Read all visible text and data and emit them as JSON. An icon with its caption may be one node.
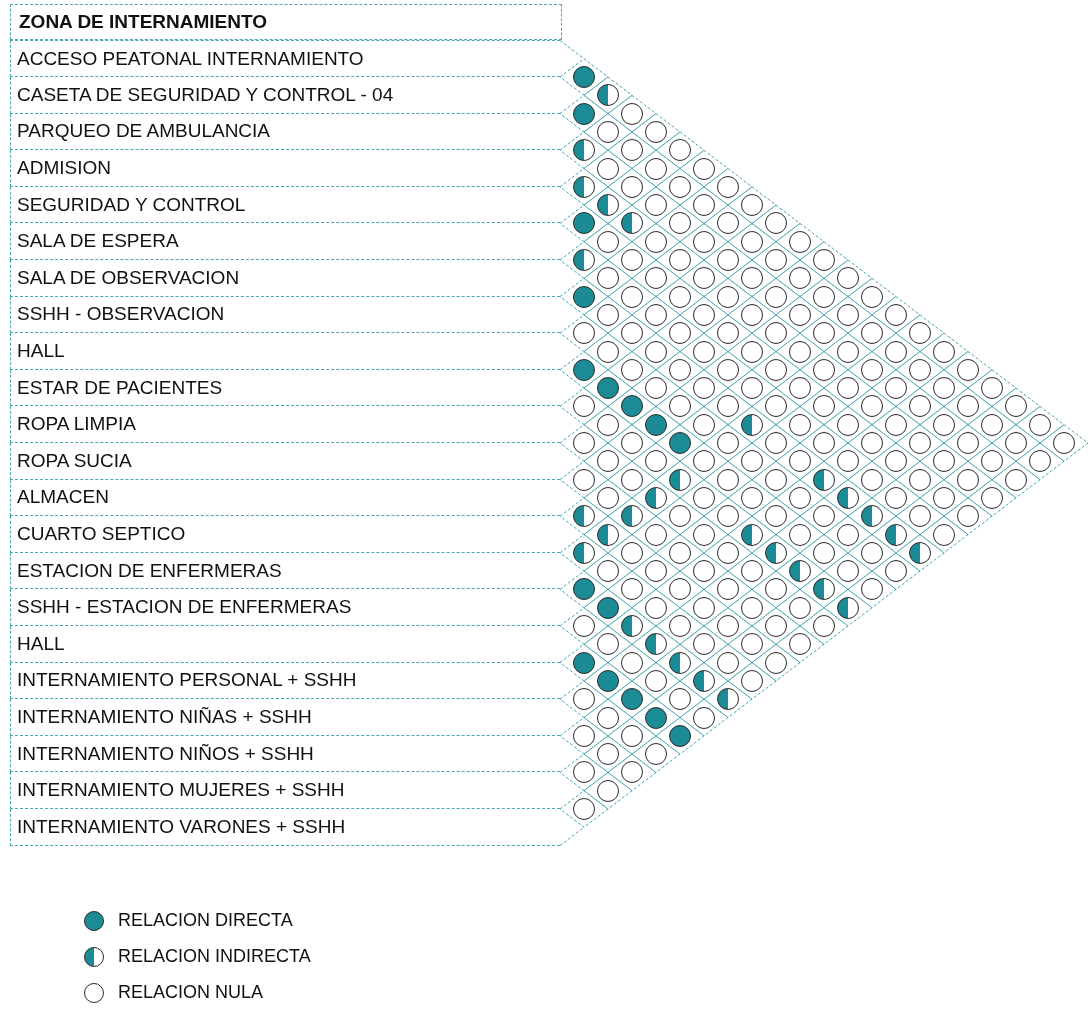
{
  "diagram": {
    "nodes": [
      {
        "text": [
          "ZONA DE INTERNAMIENTO"
        ]
      },
      {
        "text": [
          "ACCESO PEATONAL INTERNAMIENTO"
        ]
      },
      {
        "text": [
          "CASETA DE SEGURIDAD Y CONTROL - 04"
        ]
      },
      {
        "text": [
          "PARQUEO DE AMBULANCIA"
        ]
      },
      {
        "text": [
          "ADMISION"
        ]
      },
      {
        "text": [
          "SEGURIDAD Y CONTROL"
        ]
      },
      {
        "text": [
          "SALA DE ESPERA"
        ]
      },
      {
        "text": [
          "SALA DE OBSERVACION"
        ]
      },
      {
        "text": [
          "SSHH - OBSERVACION"
        ]
      },
      {
        "text": [
          "HALL"
        ]
      },
      {
        "text": [
          "ESTAR DE PACIENTES"
        ]
      },
      {
        "text": [
          "ROPA LIMPIA"
        ]
      },
      {
        "text": [
          "ROPA SUCIA"
        ]
      },
      {
        "text": [
          "ALMACEN"
        ]
      },
      {
        "text": [
          "CUARTO SEPTICO"
        ]
      },
      {
        "text": [
          "ESTACION DE ENFERMERAS"
        ]
      },
      {
        "text": [
          "SSHH - ESTACION DE ENFERMERAS"
        ]
      },
      {
        "text": [
          "HALL"
        ]
      },
      {
        "text": [
          "INTERNAMIENTO PERSONAL + SSHH"
        ]
      },
      {
        "text": [
          "INTERNAMIENTO NIÑAS + SSHH"
        ]
      },
      {
        "text": [
          "INTERNAMIENTO NIÑOS + SSHH"
        ]
      },
      {
        "text": [
          "INTERNAMIENTO MUJERES + SSHH"
        ]
      },
      {
        "text": [
          "INTERNAMIENTO VARONES + SSHH"
        ]
      },
      {
        "text": [],
        "shape": "disc"
      },
      {
        "text": [],
        "shape": "half-disc"
      },
      {
        "text": [],
        "shape": "disc"
      },
      {
        "text": [],
        "shape": "circle"
      },
      {
        "text": [],
        "shape": "circle"
      },
      {
        "text": [],
        "shape": "circle"
      },
      {
        "text": [],
        "shape": "half-disc"
      },
      {
        "text": [],
        "shape": "circle"
      },
      {
        "text": [],
        "shape": "circle"
      },
      {
        "text": [],
        "shape": "circle"
      },
      {
        "text": [],
        "shape": "circle"
      },
      {
        "text": [],
        "shape": "circle"
      },
      {
        "text": [],
        "shape": "half-disc"
      },
      {
        "text": [],
        "shape": "circle"
      },
      {
        "text": [],
        "shape": "circle"
      },
      {
        "text": [],
        "shape": "circle"
      },
      {
        "text": [],
        "shape": "half-disc"
      },
      {
        "text": [],
        "shape": "circle"
      },
      {
        "text": [],
        "shape": "circle"
      },
      {
        "text": [],
        "shape": "circle"
      },
      {
        "text": [],
        "shape": "disc"
      },
      {
        "text": [],
        "shape": "half-disc"
      },
      {
        "text": [],
        "shape": "circle"
      },
      {
        "text": [],
        "shape": "circle"
      },
      {
        "text": [],
        "shape": "circle"
      },
      {
        "text": [],
        "shape": "circle"
      },
      {
        "text": [],
        "shape": "circle"
      },
      {
        "text": [],
        "shape": "circle"
      },
      {
        "text": [],
        "shape": "circle"
      },
      {
        "text": [],
        "shape": "circle"
      },
      {
        "text": [],
        "shape": "half-disc"
      },
      {
        "text": [],
        "shape": "circle"
      },
      {
        "text": [],
        "shape": "circle"
      },
      {
        "text": [],
        "shape": "circle"
      },
      {
        "text": [],
        "shape": "circle"
      },
      {
        "text": [],
        "shape": "circle"
      },
      {
        "text": [],
        "shape": "circle"
      },
      {
        "text": [],
        "shape": "circle"
      },
      {
        "text": [],
        "shape": "circle"
      },
      {
        "text": [],
        "shape": "circle"
      },
      {
        "text": [],
        "shape": "circle"
      },
      {
        "text": [],
        "shape": "circle"
      },
      {
        "text": [],
        "shape": "disc"
      },
      {
        "text": [],
        "shape": "circle"
      },
      {
        "text": [],
        "shape": "circle"
      },
      {
        "text": [],
        "shape": "circle"
      },
      {
        "text": [],
        "shape": "circle"
      },
      {
        "text": [],
        "shape": "circle"
      },
      {
        "text": [],
        "shape": "circle"
      },
      {
        "text": [],
        "shape": "circle"
      },
      {
        "text": [],
        "shape": "circle"
      },
      {
        "text": [],
        "shape": "circle"
      },
      {
        "text": [],
        "shape": "circle"
      },
      {
        "text": [],
        "shape": "circle"
      },
      {
        "text": [],
        "shape": "circle"
      },
      {
        "text": [],
        "shape": "circle"
      },
      {
        "text": [],
        "shape": "circle"
      },
      {
        "text": [],
        "shape": "circle"
      },
      {
        "text": [],
        "shape": "circle"
      },
      {
        "text": [],
        "shape": "circle"
      },
      {
        "text": [],
        "shape": "circle"
      },
      {
        "text": [],
        "shape": "circle"
      },
      {
        "text": [],
        "shape": "circle"
      },
      {
        "text": [],
        "shape": "circle"
      },
      {
        "text": [],
        "shape": "circle"
      },
      {
        "text": [],
        "shape": "circle"
      },
      {
        "text": [],
        "shape": "circle"
      },
      {
        "text": [],
        "shape": "circle"
      },
      {
        "text": [],
        "shape": "circle"
      },
      {
        "text": [],
        "shape": "circle"
      },
      {
        "text": [],
        "shape": "circle"
      },
      {
        "text": [],
        "shape": "circle"
      },
      {
        "text": [],
        "shape": "disc"
      },
      {
        "text": [],
        "shape": "circle"
      },
      {
        "text": [],
        "shape": "circle"
      },
      {
        "text": [],
        "shape": "circle"
      },
      {
        "text": [],
        "shape": "circle"
      },
      {
        "text": [],
        "shape": "circle"
      },
      {
        "text": [],
        "shape": "circle"
      },
      {
        "text": [],
        "shape": "circle"
      },
      {
        "text": [],
        "shape": "circle"
      },
      {
        "text": [],
        "shape": "disc"
      },
      {
        "text": [],
        "shape": "circle"
      },
      {
        "text": [],
        "shape": "circle"
      },
      {
        "text": [],
        "shape": "circle"
      },
      {
        "text": [],
        "shape": "circle"
      },
      {
        "text": [],
        "shape": "circle"
      },
      {
        "text": [],
        "shape": "circle"
      },
      {
        "text": [],
        "shape": "circle"
      },
      {
        "text": [],
        "shape": "circle"
      },
      {
        "text": [],
        "shape": "circle"
      },
      {
        "text": [],
        "shape": "disc"
      },
      {
        "text": [],
        "shape": "circle"
      },
      {
        "text": [],
        "shape": "circle"
      },
      {
        "text": [],
        "shape": "circle"
      },
      {
        "text": [],
        "shape": "circle"
      },
      {
        "text": [],
        "shape": "circle"
      },
      {
        "text": [],
        "shape": "circle"
      },
      {
        "text": [],
        "shape": "circle"
      },
      {
        "text": [],
        "shape": "circle"
      },
      {
        "text": [],
        "shape": "circle"
      },
      {
        "text": [],
        "shape": "disc"
      },
      {
        "text": [],
        "shape": "circle"
      },
      {
        "text": [],
        "shape": "half-disc"
      },
      {
        "text": [],
        "shape": "circle"
      },
      {
        "text": [],
        "shape": "circle"
      },
      {
        "text": [],
        "shape": "circle"
      },
      {
        "text": [],
        "shape": "circle"
      },
      {
        "text": [],
        "shape": "circle"
      },
      {
        "text": [],
        "shape": "circle"
      },
      {
        "text": [],
        "shape": "circle"
      },
      {
        "text": [],
        "shape": "circle"
      },
      {
        "text": [],
        "shape": "disc"
      },
      {
        "text": [],
        "shape": "circle"
      },
      {
        "text": [],
        "shape": "circle"
      },
      {
        "text": [],
        "shape": "circle"
      },
      {
        "text": [],
        "shape": "circle"
      },
      {
        "text": [],
        "shape": "circle"
      },
      {
        "text": [],
        "shape": "circle"
      },
      {
        "text": [],
        "shape": "circle"
      },
      {
        "text": [],
        "shape": "circle"
      },
      {
        "text": [],
        "shape": "circle"
      },
      {
        "text": [],
        "shape": "circle"
      },
      {
        "text": [],
        "shape": "circle"
      },
      {
        "text": [],
        "shape": "circle"
      },
      {
        "text": [],
        "shape": "circle"
      },
      {
        "text": [],
        "shape": "circle"
      },
      {
        "text": [],
        "shape": "circle"
      },
      {
        "text": [],
        "shape": "circle"
      },
      {
        "text": [],
        "shape": "circle"
      },
      {
        "text": [],
        "shape": "circle"
      },
      {
        "text": [],
        "shape": "circle"
      },
      {
        "text": [],
        "shape": "circle"
      },
      {
        "text": [],
        "shape": "half-disc"
      },
      {
        "text": [],
        "shape": "circle"
      },
      {
        "text": [],
        "shape": "circle"
      },
      {
        "text": [],
        "shape": "half-disc"
      },
      {
        "text": [],
        "shape": "circle"
      },
      {
        "text": [],
        "shape": "circle"
      },
      {
        "text": [],
        "shape": "circle"
      },
      {
        "text": [],
        "shape": "circle"
      },
      {
        "text": [],
        "shape": "circle"
      },
      {
        "text": [],
        "shape": "half-disc"
      },
      {
        "text": [],
        "shape": "circle"
      },
      {
        "text": [],
        "shape": "circle"
      },
      {
        "text": [],
        "shape": "circle"
      },
      {
        "text": [],
        "shape": "half-disc"
      },
      {
        "text": [],
        "shape": "circle"
      },
      {
        "text": [],
        "shape": "circle"
      },
      {
        "text": [],
        "shape": "circle"
      },
      {
        "text": [],
        "shape": "half-disc"
      },
      {
        "text": [],
        "shape": "half-disc"
      },
      {
        "text": [],
        "shape": "circle"
      },
      {
        "text": [],
        "shape": "circle"
      },
      {
        "text": [],
        "shape": "circle"
      },
      {
        "text": [],
        "shape": "circle"
      },
      {
        "text": [],
        "shape": "half-disc"
      },
      {
        "text": [],
        "shape": "circle"
      },
      {
        "text": [],
        "shape": "circle"
      },
      {
        "text": [],
        "shape": "half-disc"
      },
      {
        "text": [],
        "shape": "circle"
      },
      {
        "text": [],
        "shape": "circle"
      },
      {
        "text": [],
        "shape": "half-disc"
      },
      {
        "text": [],
        "shape": "circle"
      },
      {
        "text": [],
        "shape": "circle"
      },
      {
        "text": [],
        "shape": "half-disc"
      },
      {
        "text": [],
        "shape": "circle"
      },
      {
        "text": [],
        "shape": "half-disc"
      },
      {
        "text": [],
        "shape": "circle"
      },
      {
        "text": [],
        "shape": "circle"
      },
      {
        "text": [],
        "shape": "circle"
      },
      {
        "text": [],
        "shape": "half-disc"
      },
      {
        "text": [],
        "shape": "circle"
      },
      {
        "text": [],
        "shape": "circle"
      },
      {
        "text": [],
        "shape": "half-disc"
      },
      {
        "text": [],
        "shape": "circle"
      },
      {
        "text": [],
        "shape": "circle"
      },
      {
        "text": [],
        "shape": "circle"
      },
      {
        "text": [],
        "shape": "circle"
      },
      {
        "text": [],
        "shape": "half-disc"
      },
      {
        "text": [],
        "shape": "circle"
      },
      {
        "text": [],
        "shape": "circle"
      },
      {
        "text": [],
        "shape": "disc"
      },
      {
        "text": [],
        "shape": "circle"
      },
      {
        "text": [],
        "shape": "circle"
      },
      {
        "text": [],
        "shape": "circle"
      },
      {
        "text": [],
        "shape": "circle"
      },
      {
        "text": [],
        "shape": "half-disc"
      },
      {
        "text": [],
        "shape": "circle"
      },
      {
        "text": [],
        "shape": "disc"
      },
      {
        "text": [],
        "shape": "circle"
      },
      {
        "text": [],
        "shape": "circle"
      },
      {
        "text": [],
        "shape": "circle"
      },
      {
        "text": [],
        "shape": "circle"
      },
      {
        "text": [],
        "shape": "half-disc"
      },
      {
        "text": [],
        "shape": "circle"
      },
      {
        "text": [],
        "shape": "half-disc"
      },
      {
        "text": [],
        "shape": "circle"
      },
      {
        "text": [],
        "shape": "circle"
      },
      {
        "text": [],
        "shape": "circle"
      },
      {
        "text": [],
        "shape": "circle"
      },
      {
        "text": [],
        "shape": "circle"
      },
      {
        "text": [],
        "shape": "half-disc"
      },
      {
        "text": [],
        "shape": "circle"
      },
      {
        "text": [],
        "shape": "circle"
      },
      {
        "text": [],
        "shape": "circle"
      },
      {
        "text": [],
        "shape": "disc"
      },
      {
        "text": [],
        "shape": "circle"
      },
      {
        "text": [],
        "shape": "half-disc"
      },
      {
        "text": [],
        "shape": "circle"
      },
      {
        "text": [],
        "shape": "circle"
      },
      {
        "text": [],
        "shape": "disc"
      },
      {
        "text": [],
        "shape": "circle"
      },
      {
        "text": [],
        "shape": "half-disc"
      },
      {
        "text": [],
        "shape": "circle"
      },
      {
        "text": [],
        "shape": "circle"
      },
      {
        "text": [],
        "shape": "disc"
      },
      {
        "text": [],
        "shape": "circle"
      },
      {
        "text": [],
        "shape": "half-disc"
      },
      {
        "text": [],
        "shape": "circle"
      },
      {
        "text": [],
        "shape": "disc"
      },
      {
        "text": [],
        "shape": "circle"
      },
      {
        "text": [],
        "shape": "circle"
      },
      {
        "text": [],
        "shape": "circle"
      },
      {
        "text": [],
        "shape": "disc"
      },
      {
        "text": [],
        "shape": "circle"
      },
      {
        "text": [],
        "shape": "circle"
      },
      {
        "text": [],
        "shape": "circle"
      },
      {
        "text": [],
        "shape": "circle"
      },
      {
        "text": [],
        "shape": "circle"
      },
      {
        "text": [],
        "shape": "circle"
      }
    ],
    "legend": [
      {
        "text": "RELACION DIRECTA"
      },
      {
        "text": "RELACION INDIRECTA"
      },
      {
        "text": "RELACION NULA"
      }
    ]
  }
}
